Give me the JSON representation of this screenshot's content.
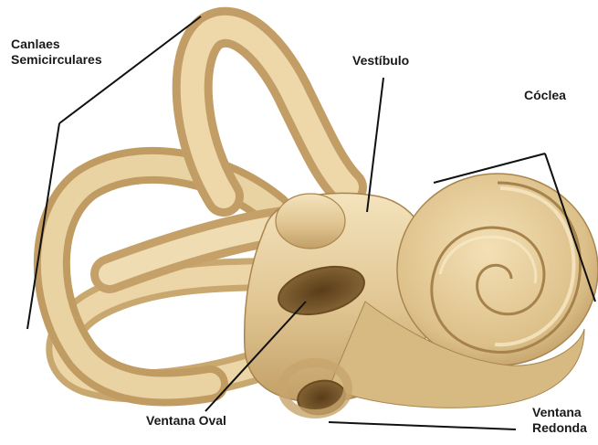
{
  "labels": {
    "semicircular_line1": "Canlaes",
    "semicircular_line2": "Semicirculares",
    "vestibule": "Vestíbulo",
    "cochlea": "Cóclea",
    "oval_window": "Ventana Oval",
    "round_window_line1": "Ventana",
    "round_window_line2": "Redonda"
  },
  "colors": {
    "bone_light": "#f0dcb0",
    "bone_mid": "#dcc089",
    "bone_dark": "#b08d5a",
    "shadow": "#7a5a2e",
    "leader_line": "#111111"
  }
}
